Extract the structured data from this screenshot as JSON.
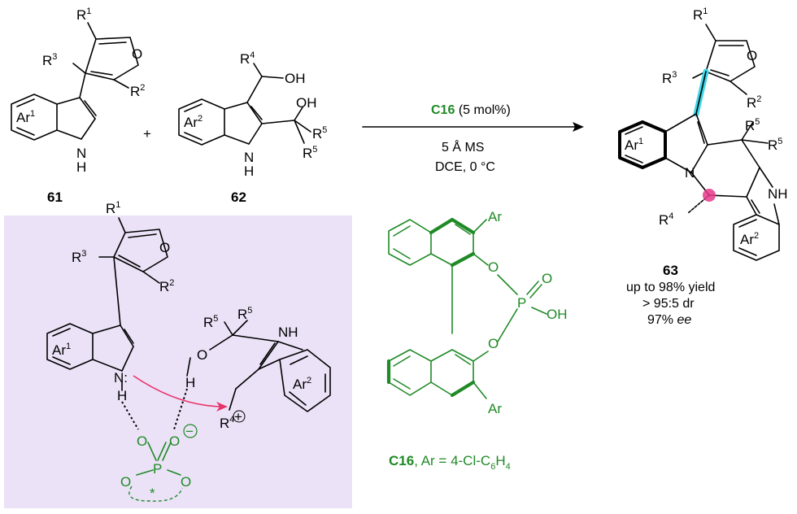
{
  "reaction": {
    "catalyst_name": "C16",
    "catalyst_loading": "(5 mol%)",
    "condition_1": "5 Å MS",
    "condition_2": "DCE, 0 °C",
    "plus_sign": "+"
  },
  "compounds": {
    "reactant_1_id": "61",
    "reactant_2_id": "62",
    "product_id": "63",
    "catalyst_id": "C16",
    "catalyst_ar_def": ", Ar = 4-Cl-C",
    "catalyst_ar_def_tail": "H",
    "catalyst_ar_sub_6": "6",
    "catalyst_ar_sub_4": "4"
  },
  "results": {
    "yield": "up to 98% yield",
    "dr": "> 95:5 dr",
    "ee_value": "97%",
    "ee_unit": "ee"
  },
  "atoms": {
    "O": "O",
    "NH": "NH",
    "N": "N",
    "H": "H",
    "OH": "OH",
    "P": "P",
    "Ar": "Ar",
    "R": "R",
    "R1": "1",
    "R2": "2",
    "R3": "3",
    "R4": "4",
    "R5": "5",
    "Ar1": "1",
    "Ar2": "2",
    "plus_charge": "+",
    "minus_charge": "−",
    "star": "*",
    "lone_pair": ":"
  },
  "colors": {
    "catalyst_green": "#1f8a26",
    "ts_background": "#ebe2f7",
    "arrow_pink": "#e8326a",
    "stereocenter_pink": "#e6388a",
    "bond_highlight_cyan": "#3fd6e8"
  }
}
